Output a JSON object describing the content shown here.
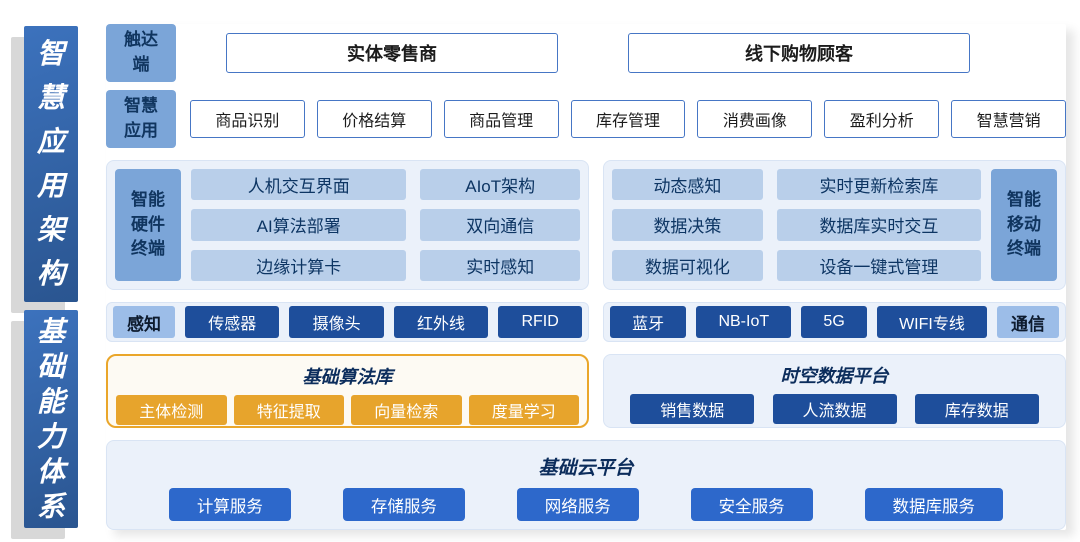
{
  "rails": [
    {
      "label": "智慧应用架构"
    },
    {
      "label": "基础能力体系"
    }
  ],
  "reach": {
    "label": "触达端",
    "items": [
      "实体零售商",
      "线下购物顾客"
    ]
  },
  "apps": {
    "label": "智慧应用",
    "items": [
      "商品识别",
      "价格结算",
      "商品管理",
      "库存管理",
      "消费画像",
      "盈利分析",
      "智慧营销"
    ]
  },
  "hardware": {
    "label": "智能硬件终端",
    "items": [
      "人机交互界面",
      "AIoT架构",
      "AI算法部署",
      "双向通信",
      "边缘计算卡",
      "实时感知"
    ]
  },
  "mobile": {
    "label": "智能移动终端",
    "items": [
      "动态感知",
      "实时更新检索库",
      "数据决策",
      "数据库实时交互",
      "数据可视化",
      "设备一键式管理"
    ]
  },
  "sense": {
    "label": "感知",
    "items": [
      "传感器",
      "摄像头",
      "红外线",
      "RFID"
    ]
  },
  "comm": {
    "label": "通信",
    "items": [
      "蓝牙",
      "NB-IoT",
      "5G",
      "WIFI专线"
    ]
  },
  "algorithms": {
    "title": "基础算法库",
    "items": [
      "主体检测",
      "特征提取",
      "向量检索",
      "度量学习"
    ]
  },
  "spatiotemporal": {
    "title": "时空数据平台",
    "items": [
      "销售数据",
      "人流数据",
      "库存数据"
    ]
  },
  "cloud": {
    "title": "基础云平台",
    "items": [
      "计算服务",
      "存储服务",
      "网络服务",
      "安全服务",
      "数据库服务"
    ]
  },
  "colors": {
    "rail_blue": "#2e5fa5",
    "dark_blue": "#1e4e9b",
    "light_blue_fill": "#b9cfea",
    "label_blue": "#7ba5d8",
    "panel_blue": "#ebf1fa",
    "orange": "#e7a42c",
    "orange_border": "#eaa62a",
    "service_blue": "#2d68cb",
    "navy_text": "#0d3563"
  }
}
